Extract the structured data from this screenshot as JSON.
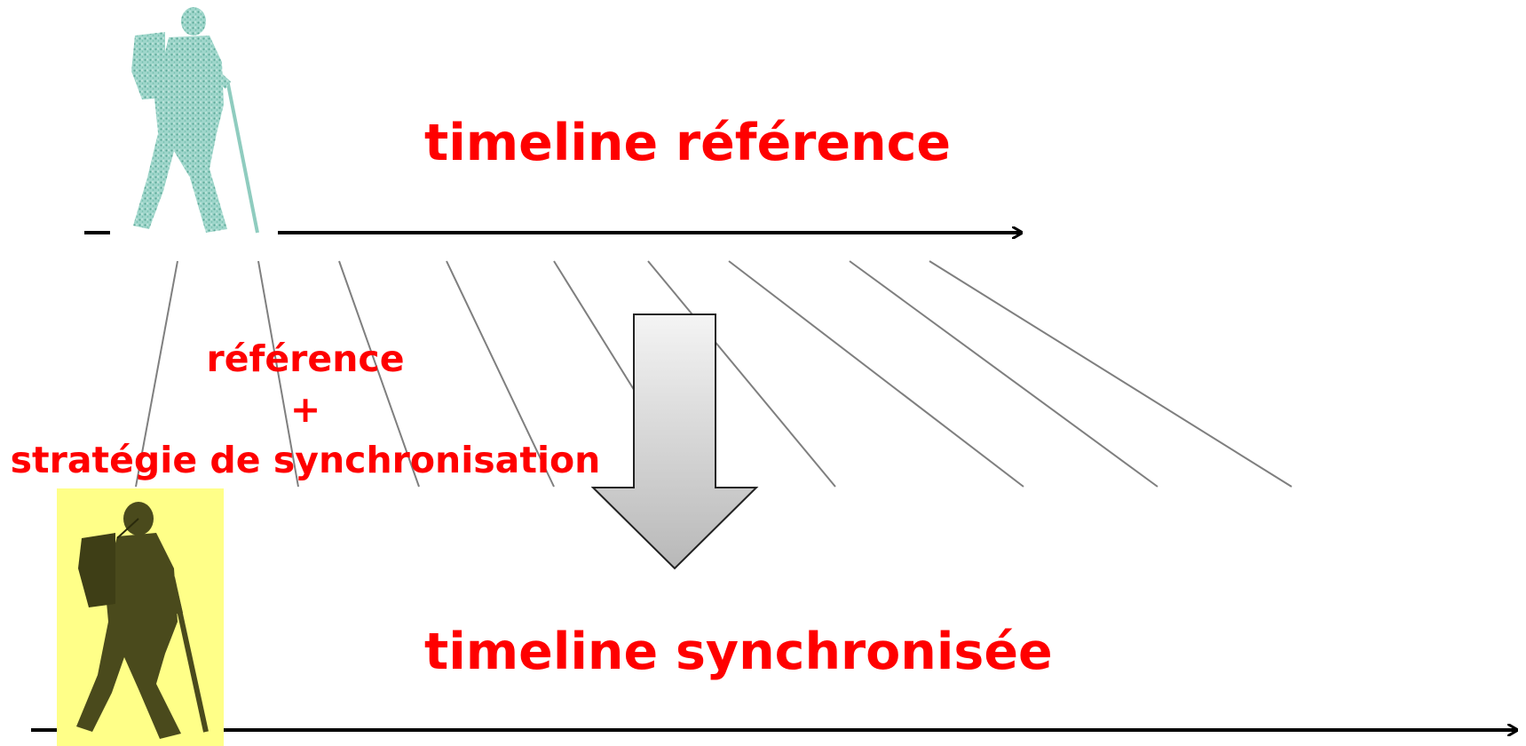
{
  "top_timeline": {
    "title": "timeline référence"
  },
  "bottom_timeline": {
    "title": "timeline synchronisée"
  },
  "mapping_label": {
    "line1": "référence",
    "line2": "+",
    "line3": "stratégie de synchronisation"
  },
  "colors": {
    "label_red": "#ff0000",
    "axis_black": "#000000",
    "connector_gray": "#7f7f7f",
    "ghost_hiker_teal": "#5fb3a1",
    "hiker_olive": "#4a4a1c",
    "hiker_highlight_yellow": "#ffff88",
    "arrow_gradient_top": "#f4f4f4",
    "arrow_gradient_bottom": "#b8b8b8"
  },
  "icons": {
    "reference_walker": "ghost-hiker-icon",
    "synchronized_walker": "hiker-icon",
    "transform_arrow": "down-arrow-icon"
  }
}
